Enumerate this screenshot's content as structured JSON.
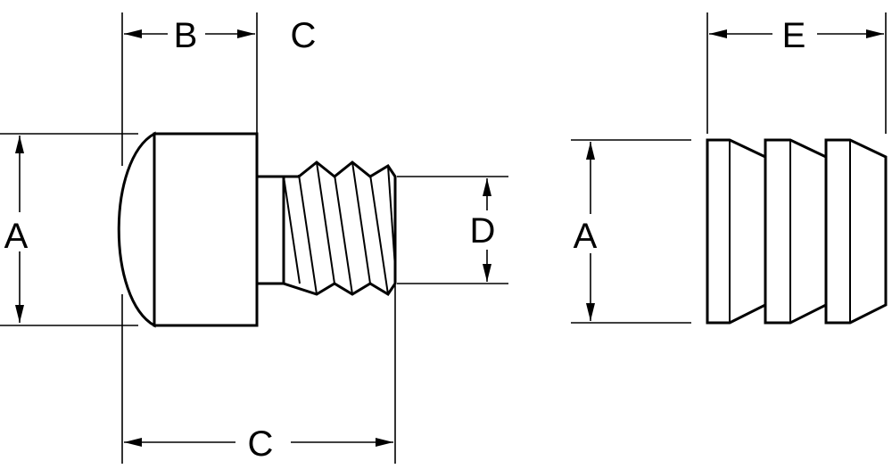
{
  "labels": {
    "screw_height": "A",
    "screw_head_length": "B",
    "screw_top_c": "C",
    "screw_overall_length": "C",
    "screw_thread_diameter": "D",
    "plug_height": "A",
    "plug_length": "E"
  },
  "colors": {
    "ink": "#000000",
    "paper": "#ffffff"
  }
}
